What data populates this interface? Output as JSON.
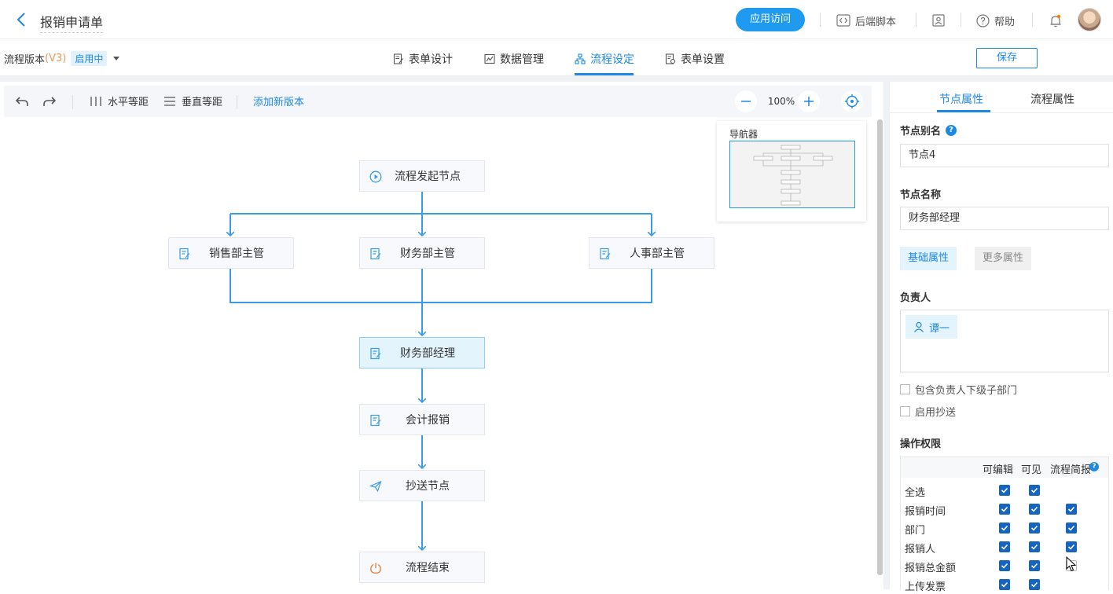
{
  "header": {
    "title": "报销申请单",
    "app_visit": "应用访问",
    "backend_script": "后端脚本",
    "help": "帮助"
  },
  "subbar": {
    "version_label": "流程版本",
    "version_num": "(V3)",
    "status": "启用中",
    "tabs": [
      {
        "label": "表单设计"
      },
      {
        "label": "数据管理"
      },
      {
        "label": "流程设定"
      },
      {
        "label": "表单设置"
      }
    ],
    "active_tab": "流程设定",
    "save": "保存"
  },
  "toolbar": {
    "horizontal": "水平等距",
    "vertical": "垂直等距",
    "add_version": "添加新版本",
    "zoom": "100%"
  },
  "navigator": {
    "title": "导航器"
  },
  "nodes": {
    "start": "流程发起节点",
    "sales": "销售部主管",
    "finance": "财务部主管",
    "hr": "人事部主管",
    "finance_mgr": "财务部经理",
    "accounting": "会计报销",
    "cc": "抄送节点",
    "end": "流程结束"
  },
  "panel": {
    "tabs": [
      "节点属性",
      "流程属性"
    ],
    "alias_label": "节点别名",
    "alias_value": "节点4",
    "name_label": "节点名称",
    "name_value": "财务部经理",
    "basic_btn": "基础属性",
    "more_btn": "更多属性",
    "owner_label": "负责人",
    "owner_name": "谭一",
    "include_sub": "包含负责人下级子部门",
    "enable_cc": "启用抄送",
    "perm_label": "操作权限",
    "perm_headers": [
      "可编辑",
      "可见",
      "流程简报"
    ],
    "perm_rows": [
      {
        "label": "全选",
        "edit": true,
        "view": true,
        "brief": null
      },
      {
        "label": "报销时间",
        "edit": true,
        "view": true,
        "brief": true
      },
      {
        "label": "部门",
        "edit": true,
        "view": true,
        "brief": true
      },
      {
        "label": "报销人",
        "edit": true,
        "view": true,
        "brief": true
      },
      {
        "label": "报销总金额",
        "edit": true,
        "view": true,
        "brief": false
      },
      {
        "label": "上传发票",
        "edit": true,
        "view": true,
        "brief": null
      }
    ]
  },
  "colors": {
    "accent": "#1e88e5",
    "selected_node": "#e3f4fd",
    "line": "#3a9be8"
  }
}
